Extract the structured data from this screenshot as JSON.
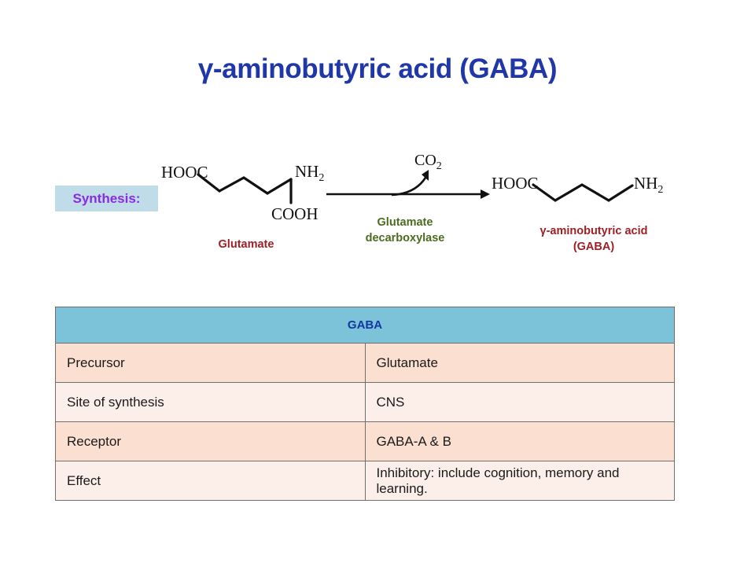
{
  "slide": {
    "title": "γ-aminobutyric acid (GABA)",
    "background_color": "#ffffff",
    "title_color": "#1F37A7"
  },
  "synthesis": {
    "label": "Synthesis:",
    "label_color": "#8A2BE2",
    "label_background": "#BFDCE8",
    "reactant": {
      "name": "Glutamate",
      "name_color": "#9C2024",
      "formula_labels": [
        "HOOC",
        "NH2",
        "COOH"
      ]
    },
    "enzyme": {
      "label": "Glutamate\ndecarboxylase",
      "color": "#4D6B1E"
    },
    "byproduct": {
      "label": "CO2",
      "formula_base": "CO",
      "formula_sub": "2"
    },
    "product": {
      "name": "γ-aminobutyric acid\n(GABA)",
      "name_line1": "γ-aminobutyric acid",
      "name_line2": "(GABA)",
      "name_color": "#9C2024",
      "formula_labels": [
        "HOOC",
        "NH2"
      ]
    }
  },
  "table": {
    "header": "GABA",
    "header_background": "#7CC3DA",
    "header_text_color": "#14379E",
    "row_color_odd": "#FBE0D1",
    "row_color_even": "#FCEFE9",
    "rows": [
      {
        "label": "Precursor",
        "value": "Glutamate"
      },
      {
        "label": "Site of synthesis",
        "value": "CNS"
      },
      {
        "label": "Receptor",
        "value": "GABA-A & B"
      },
      {
        "label": "Effect",
        "value": "Inhibitory: include cognition, memory and learning."
      }
    ]
  }
}
